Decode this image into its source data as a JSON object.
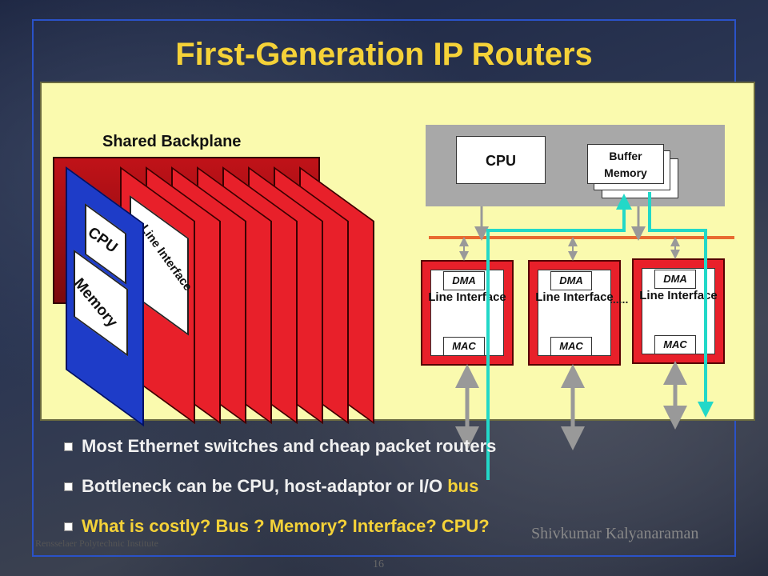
{
  "slide": {
    "title": "First-Generation IP Routers",
    "page_number": "16",
    "footer_left": "Rensselaer Polytechnic Institute",
    "footer_right": "Shivkumar Kalyanaraman"
  },
  "diagram_left": {
    "backplane_label": "Shared Backplane",
    "cpu_label": "CPU",
    "memory_label": "Memory",
    "line_interface_label": "Line Interface"
  },
  "diagram_right": {
    "cpu_label": "CPU",
    "buffer_memory_label": "Buffer Memory",
    "ellipsis": "......",
    "line_interfaces": [
      {
        "dma": "DMA",
        "label": "Line Interface",
        "mac": "MAC"
      },
      {
        "dma": "DMA",
        "label": "Line Interface",
        "mac": "MAC"
      },
      {
        "dma": "DMA",
        "label": "Line Interface",
        "mac": "MAC"
      }
    ]
  },
  "bullets": [
    {
      "text": "Most Ethernet switches and cheap packet routers",
      "color": "#f0f0f0"
    },
    {
      "text": "Bottleneck can be CPU, host-adaptor or I/O bus",
      "color": "#f0f0f0",
      "highlight": "bus",
      "highlight_color": "#f5d238"
    },
    {
      "text": "What is costly? Bus ? Memory? Interface? CPU?",
      "color": "#f5d238"
    }
  ],
  "colors": {
    "title": "#f5d238",
    "panel_bg": "#fafaae",
    "card_red": "#e8202a",
    "cpu_card_blue": "#1e3cc8",
    "bus_line": "#e86a30",
    "data_path": "#22d8c8",
    "frame": "#2a52c8"
  }
}
